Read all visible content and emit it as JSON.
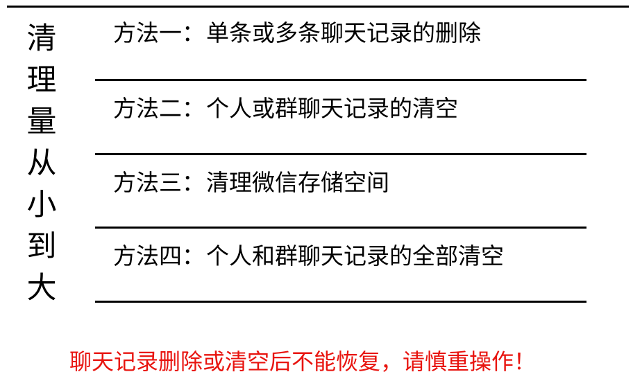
{
  "title_vertical": {
    "text": "清理量从小到大",
    "chars": [
      "清",
      "理",
      "量",
      "从",
      "小",
      "到",
      "大"
    ]
  },
  "methods": [
    {
      "prefix": "方法一：",
      "text": "单条或多条聊天记录的删除"
    },
    {
      "prefix": "方法二：",
      "text": "个人或群聊天记录的清空"
    },
    {
      "prefix": "方法三：",
      "text": "清理微信存储空间"
    },
    {
      "prefix": "方法四：",
      "text": "个人和群聊天记录的全部清空"
    }
  ],
  "warning": {
    "text": "聊天记录删除或清空后不能恢复，请慎重操作！",
    "color": "#e8140f"
  },
  "colors": {
    "text": "#000000",
    "rule": "#000000",
    "background": "#ffffff",
    "warning": "#e8140f"
  }
}
